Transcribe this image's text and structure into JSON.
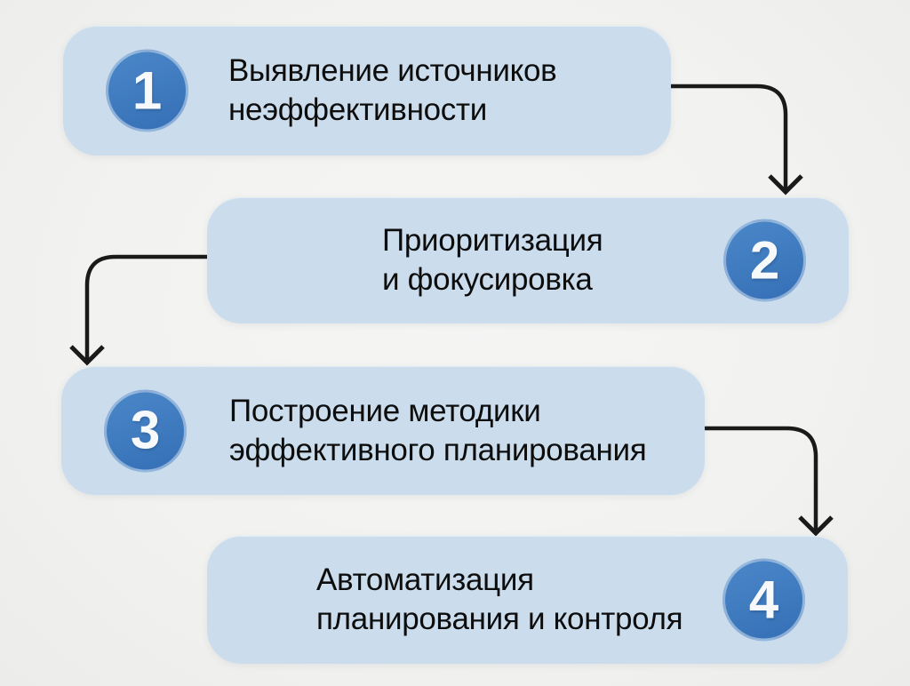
{
  "steps": [
    {
      "number": "1",
      "lines": [
        "Выявление источников",
        "неэффективности"
      ]
    },
    {
      "number": "2",
      "lines": [
        "Приоритизация",
        "и фокусировка"
      ]
    },
    {
      "number": "3",
      "lines": [
        "Построение методики",
        "эффективного планирования"
      ]
    },
    {
      "number": "4",
      "lines": [
        "Автоматизация",
        "планирования и контроля"
      ]
    }
  ],
  "connections": [
    {
      "from": "1",
      "to": "2"
    },
    {
      "from": "2",
      "to": "3"
    },
    {
      "from": "3",
      "to": "4"
    }
  ],
  "colors": {
    "background": "#f2f2f0",
    "card": "#cbddec",
    "circle_top": "#4a87c8",
    "circle_bottom": "#356fb6",
    "circle_ring": "rgba(255,255,255,0.42)",
    "number": "#f7f9fb",
    "text": "#0d0d0d",
    "arrow": "#1a1a1a"
  }
}
